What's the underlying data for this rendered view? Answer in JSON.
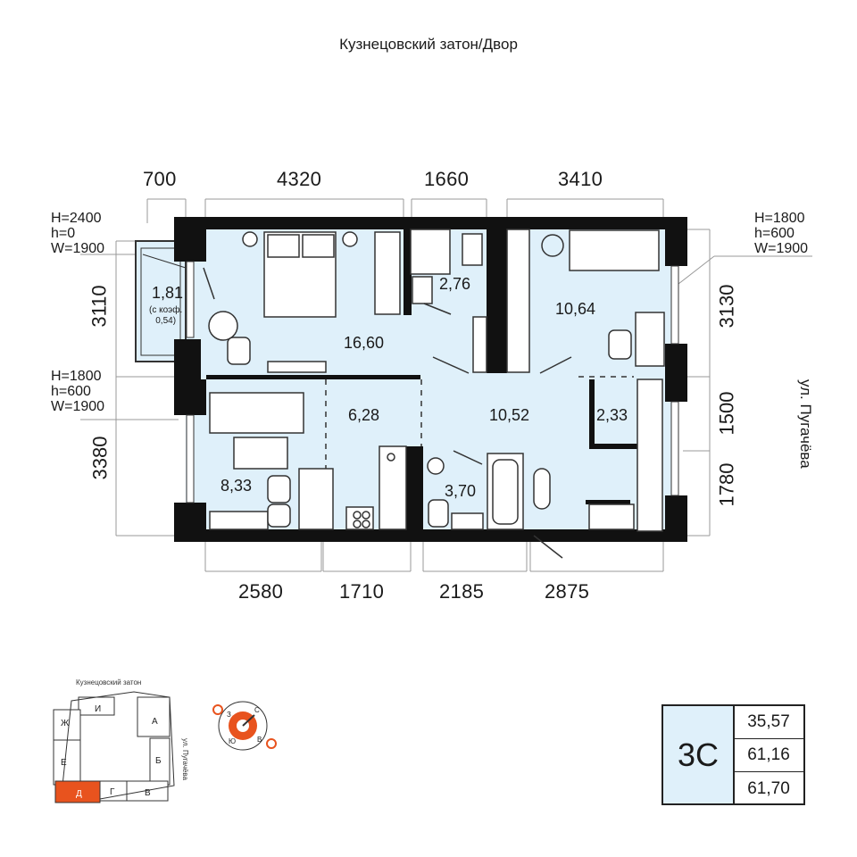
{
  "header": {
    "title": "Кузнецовский затон/Двор"
  },
  "street": "ул. Пугачёва",
  "dims_top": [
    "700",
    "4320",
    "1660",
    "3410"
  ],
  "dims_bottom": [
    "2580",
    "1710",
    "2185",
    "2875"
  ],
  "dims_left": [
    "3110",
    "3380"
  ],
  "dims_right": [
    "3130",
    "1500",
    "1780"
  ],
  "window_left_top": "H=2400\nh=0\nW=1900",
  "window_left_bottom": "H=1800\nh=600\nW=1900",
  "window_right": "H=1800\nh=600\nW=1900",
  "balcony": {
    "area": "1,81",
    "note": "(с коэф.\n0,54)"
  },
  "rooms": {
    "bedroom": "16,60",
    "bath_small": "2,76",
    "room_right": "10,64",
    "living": "8,33",
    "kitchen": "6,28",
    "hall": "10,52",
    "closet": "2,33",
    "bath": "3,70"
  },
  "key_plan": {
    "title": "Кузнецовский затон",
    "street": "ул. Пугачёва",
    "sections": [
      "Ж",
      "И",
      "А",
      "Е",
      "Б",
      "Д",
      "Г",
      "В"
    ],
    "highlight": "Д",
    "highlight_color": "#e8531e"
  },
  "compass": {
    "labels": [
      "З",
      "С",
      "Ю",
      "В"
    ],
    "accent_color": "#e8531e"
  },
  "summary": {
    "code": "3С",
    "values": [
      "35,57",
      "61,16",
      "61,70"
    ],
    "box_color": "#dff0fa"
  }
}
